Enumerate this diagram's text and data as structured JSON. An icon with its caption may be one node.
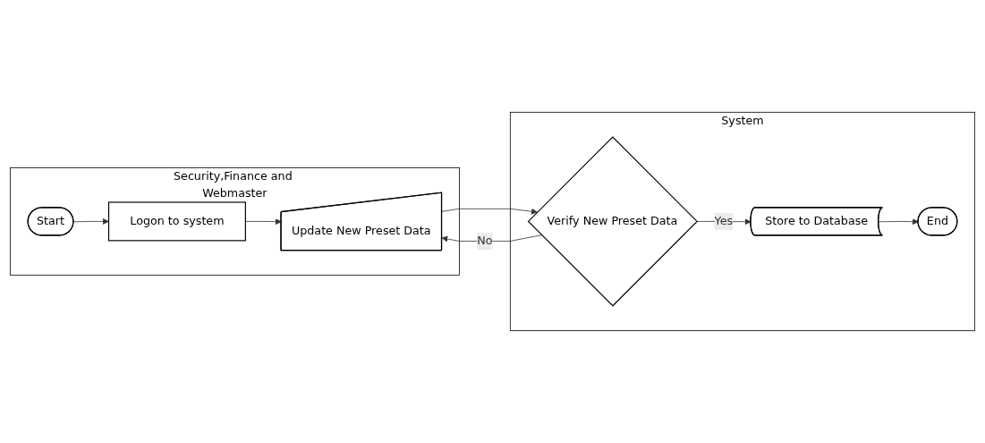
{
  "diagram": {
    "nodes": [
      {
        "text": [
          "Security,Finance and Webmaster"
        ]
      },
      {
        "text": [
          "System"
        ]
      },
      {
        "text": [
          "Start"
        ],
        "in": 0
      },
      {
        "text": [
          "Logon to system"
        ],
        "in": 0
      },
      {
        "text": [
          "Update New Preset Data"
        ],
        "in": 0
      },
      {
        "text": [
          "Verify New Preset Data"
        ],
        "in": 1
      },
      {
        "text": [
          "Store to Database"
        ],
        "in": 1
      },
      {
        "text": [
          "End"
        ],
        "in": 1
      }
    ],
    "edges": [
      {
        "from": 2,
        "to": 3,
        "arrow": "to"
      },
      {
        "from": 3,
        "to": 4,
        "arrow": "to"
      },
      {
        "from": 4,
        "to": 5,
        "arrow": "to"
      },
      {
        "from": 5,
        "to": 6,
        "label": "Yes",
        "arrow": "to"
      },
      {
        "from": 5,
        "to": 4,
        "label": "No",
        "arrow": "to"
      },
      {
        "from": 6,
        "to": 7,
        "arrow": "to"
      }
    ]
  }
}
